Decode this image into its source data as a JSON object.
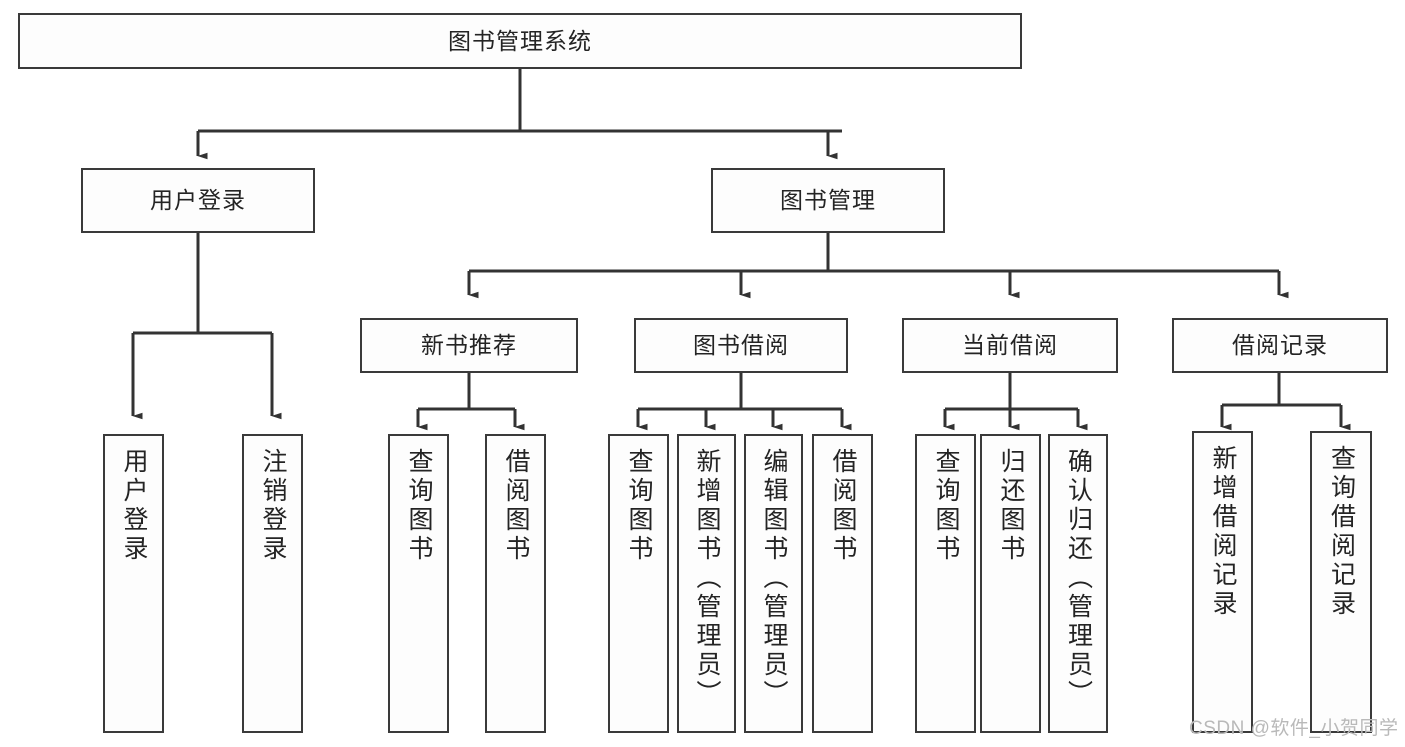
{
  "diagram": {
    "title": "图书管理系统",
    "type": "hierarchy-tree",
    "root": {
      "label": "图书管理系统"
    },
    "level2": [
      {
        "label": "用户登录"
      },
      {
        "label": "图书管理"
      }
    ],
    "level3": [
      {
        "label": "新书推荐"
      },
      {
        "label": "图书借阅"
      },
      {
        "label": "当前借阅"
      },
      {
        "label": "借阅记录"
      }
    ],
    "leaves": {
      "user_login": [
        {
          "label": "用户登录"
        },
        {
          "label": "注销登录"
        }
      ],
      "new_book_recommend": [
        {
          "label": "查询图书"
        },
        {
          "label": "借阅图书"
        }
      ],
      "book_borrow": [
        {
          "label": "查询图书"
        },
        {
          "label": "新增图书（管理员）"
        },
        {
          "label": "编辑图书（管理员）"
        },
        {
          "label": "借阅图书"
        }
      ],
      "current_borrow": [
        {
          "label": "查询图书"
        },
        {
          "label": "归还图书"
        },
        {
          "label": "确认归还（管理员）"
        }
      ],
      "borrow_record": [
        {
          "label": "新增借阅记录"
        },
        {
          "label": "查询借阅记录"
        }
      ]
    }
  },
  "watermark": {
    "text": "CSDN @软件_小贺同学"
  },
  "colors": {
    "box_border": "#3a3a3a",
    "box_fill": "#fdfdfd",
    "connector": "#333333",
    "text": "#242424",
    "watermark": "#b9b9b9"
  }
}
